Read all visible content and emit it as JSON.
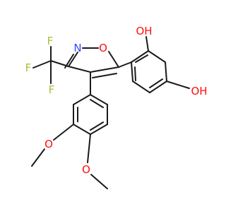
{
  "molecule": {
    "colors": {
      "bond": "#1a1a1a",
      "O": "#ff0d0d",
      "N": "#3050f8",
      "F": "#a3c23a"
    },
    "atoms": {
      "ring_N": "N",
      "ring_O": "O",
      "F_top": "F",
      "F_left": "F",
      "F_bottom": "F",
      "OH_top": "OH",
      "OH_right": "OH",
      "OMe_1": "O",
      "OMe_2": "O"
    }
  }
}
